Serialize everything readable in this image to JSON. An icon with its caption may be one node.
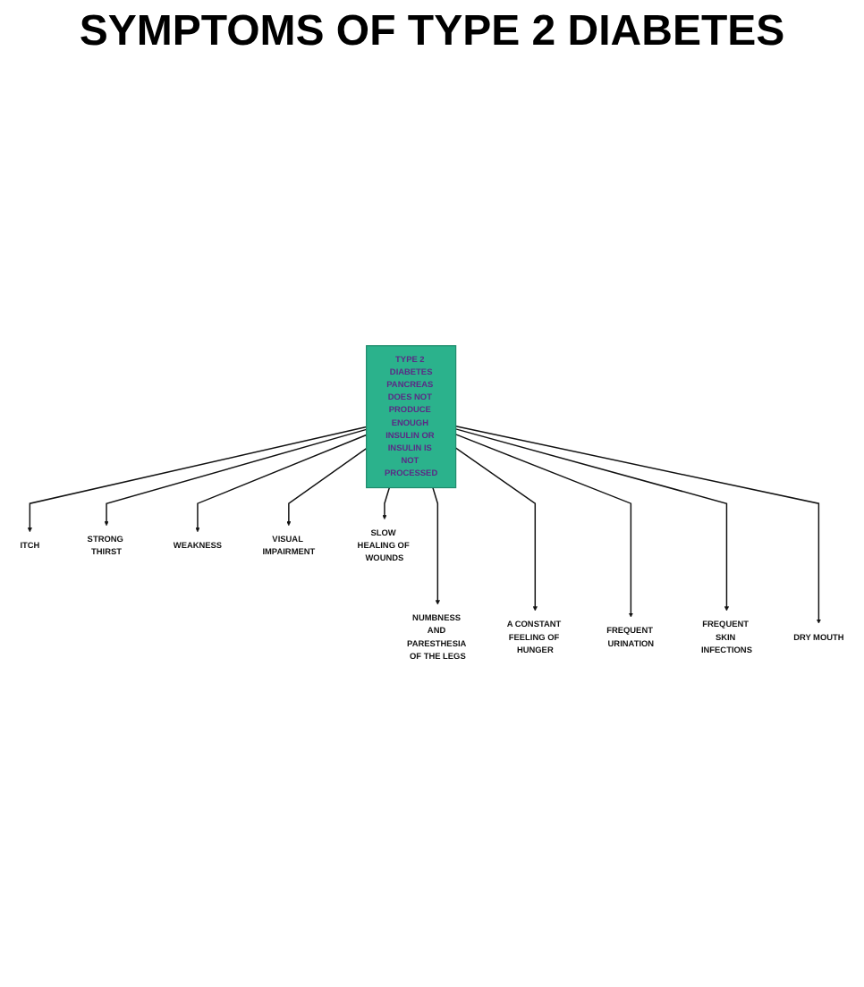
{
  "diagram": {
    "title": "SYMPTOMS OF TYPE 2 DIABETES",
    "nodes": [
      {
        "text": [
          "TYPE 2 DIABETES",
          "PANCREAS DOES NOT PRODUCE ENOUGH INSULIN OR INSULIN IS NOT PROCESSED"
        ]
      },
      {
        "text": [
          "ITCH"
        ]
      },
      {
        "text": [
          "STRONG THIRST"
        ]
      },
      {
        "text": [
          "WEAKNESS"
        ]
      },
      {
        "text": [
          "VISUAL IMPAIRMENT"
        ]
      },
      {
        "text": [
          "SLOW HEALING OF WOUNDS"
        ]
      },
      {
        "text": [
          "NUMBNESS AND PARESTHESIA OF THE LEGS"
        ]
      },
      {
        "text": [
          "A CONSTANT FEELING OF HUNGER"
        ]
      },
      {
        "text": [
          "FREQUENT URINATION"
        ]
      },
      {
        "text": [
          "FREQUENT SKIN INFECTIONS"
        ]
      },
      {
        "text": [
          "DRY MOUTH"
        ]
      }
    ],
    "edges": [
      {
        "from": 0,
        "to": 1,
        "arrow": "to"
      },
      {
        "from": 0,
        "to": 2,
        "arrow": "to"
      },
      {
        "from": 0,
        "to": 3,
        "arrow": "to"
      },
      {
        "from": 0,
        "to": 4,
        "arrow": "to"
      },
      {
        "from": 0,
        "to": 5,
        "arrow": "to"
      },
      {
        "from": 0,
        "to": 6,
        "arrow": "to"
      },
      {
        "from": 0,
        "to": 7,
        "arrow": "to"
      },
      {
        "from": 0,
        "to": 8,
        "arrow": "to"
      },
      {
        "from": 0,
        "to": 9,
        "arrow": "to"
      },
      {
        "from": 0,
        "to": 10,
        "arrow": "to"
      }
    ]
  }
}
